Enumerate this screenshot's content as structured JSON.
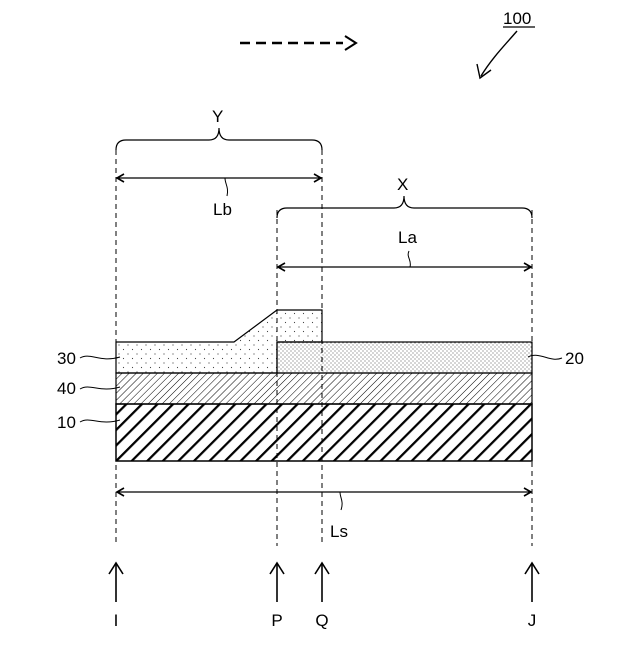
{
  "figure": {
    "reference_number": "100",
    "regions": {
      "y": "Y",
      "x": "X"
    },
    "lengths": {
      "lb": "Lb",
      "la": "La",
      "ls": "Ls"
    },
    "layers": {
      "l30": "30",
      "l40": "40",
      "l10": "10",
      "l20": "20"
    },
    "positions": {
      "i": "I",
      "p": "P",
      "q": "Q",
      "j": "J"
    }
  }
}
